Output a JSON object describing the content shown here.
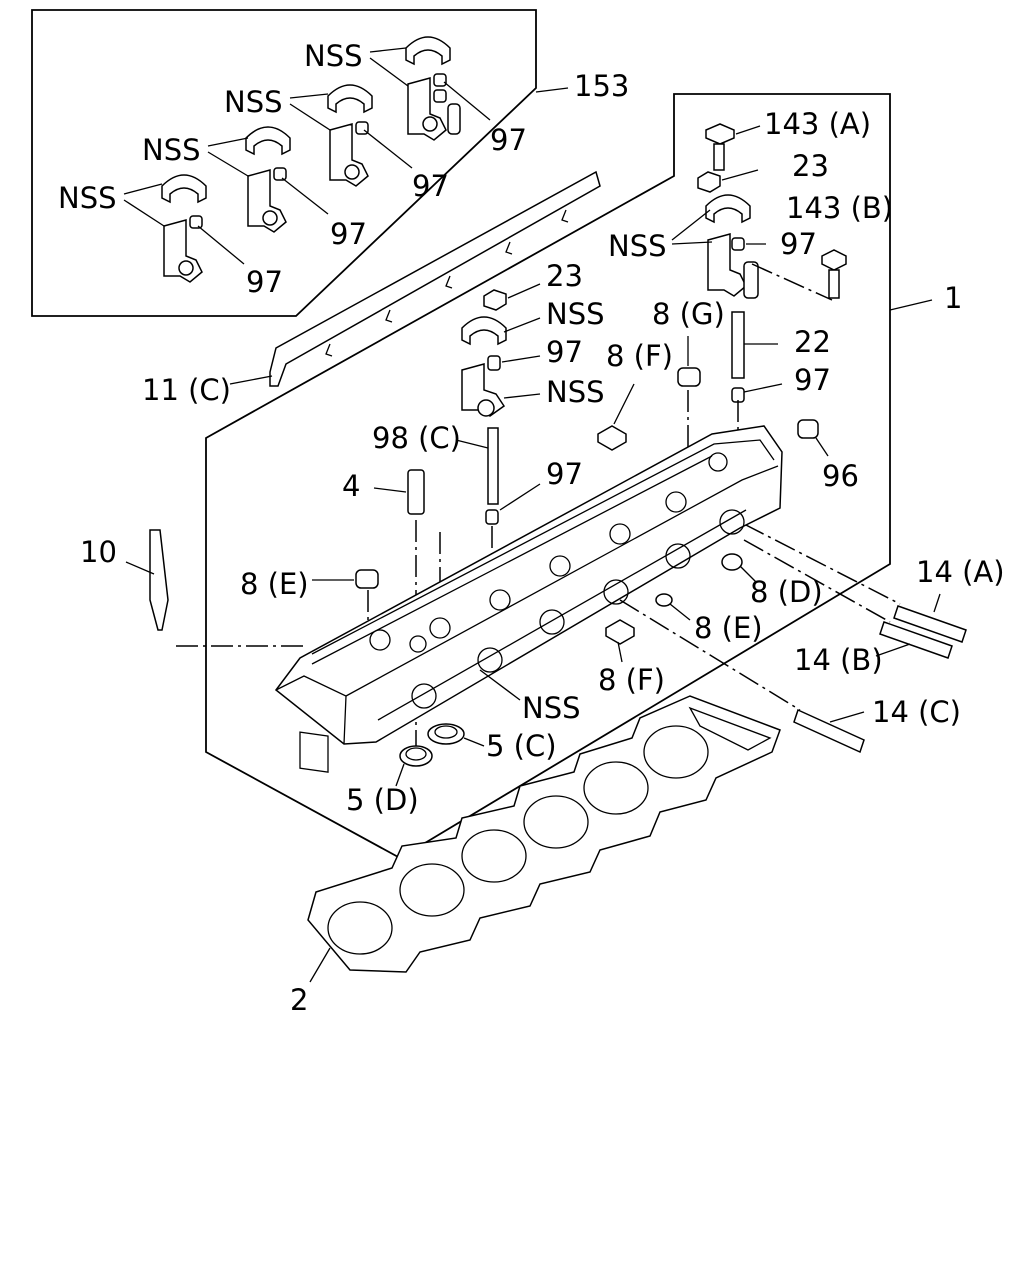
{
  "labels": {
    "l153": "153",
    "l97": "97",
    "nss": "NSS",
    "l143a": "143 (A)",
    "l143b": "143 (B)",
    "l23": "23",
    "l1": "1",
    "l22": "22",
    "l96": "96",
    "l8g": "8 (G)",
    "l8f": "8 (F)",
    "l8e": "8 (E)",
    "l8d": "8 (D)",
    "l11c": "11 (C)",
    "l98c": "98 (C)",
    "l4": "4",
    "l10": "10",
    "l14a": "14 (A)",
    "l14b": "14 (B)",
    "l14c": "14 (C)",
    "l5c": "5 (C)",
    "l5d": "5 (D)",
    "l2": "2"
  }
}
